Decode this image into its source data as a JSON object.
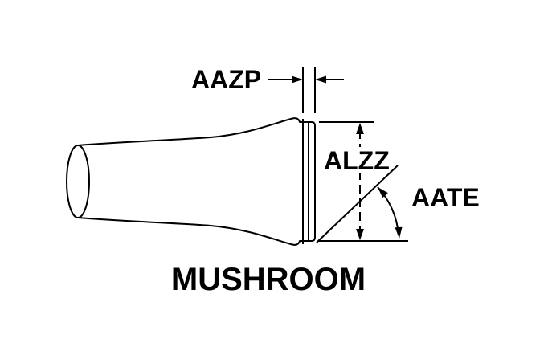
{
  "diagram": {
    "type": "technical-line-drawing",
    "subject": "mushroom tip profile with dimension callouts",
    "title": "MUSHROOM",
    "labels": {
      "tip_width": "AAZP",
      "face_height": "ALZZ",
      "taper_angle": "AATE"
    }
  },
  "colors": {
    "line": "#000000",
    "background": "#ffffff"
  }
}
